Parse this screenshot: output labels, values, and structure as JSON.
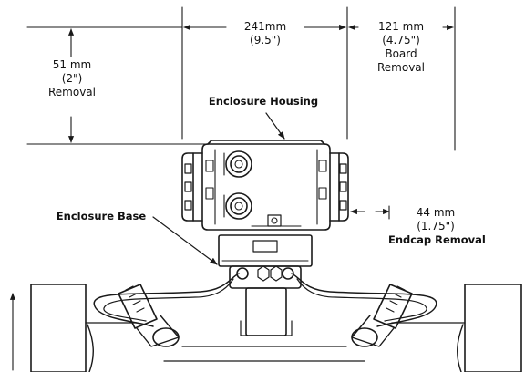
{
  "dimensions": {
    "width": {
      "metric": "241mm",
      "imperial": "(9.5\")"
    },
    "board_removal": {
      "metric": "121 mm",
      "imperial": "(4.75\")",
      "line1": "Board",
      "line2": "Removal"
    },
    "height_removal": {
      "metric": "51 mm",
      "imperial": "(2\")",
      "label": "Removal"
    },
    "endcap_removal": {
      "metric": "44 mm",
      "imperial": "(1.75\")",
      "label": "Endcap Removal"
    }
  },
  "labels": {
    "enclosure_housing": "Enclosure Housing",
    "enclosure_base": "Enclosure Base"
  },
  "colors": {
    "line": "#1a1a1a",
    "background": "#ffffff"
  }
}
